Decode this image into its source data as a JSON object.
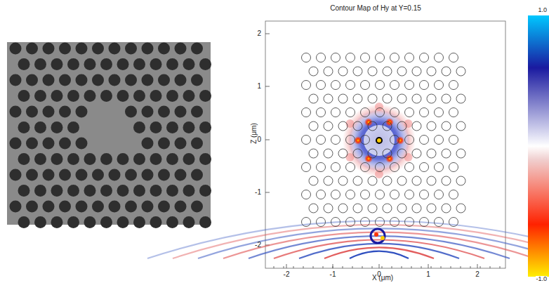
{
  "diagram": {
    "title": "Contour Map of Hy at Y=0.15",
    "labels": [
      "2",
      "1",
      "0",
      "-1",
      "-2",
      "-2",
      "-1",
      "0",
      "1",
      "2",
      "Z (μm)",
      "X (μm)",
      "1.0",
      "-1.0"
    ]
  }
}
